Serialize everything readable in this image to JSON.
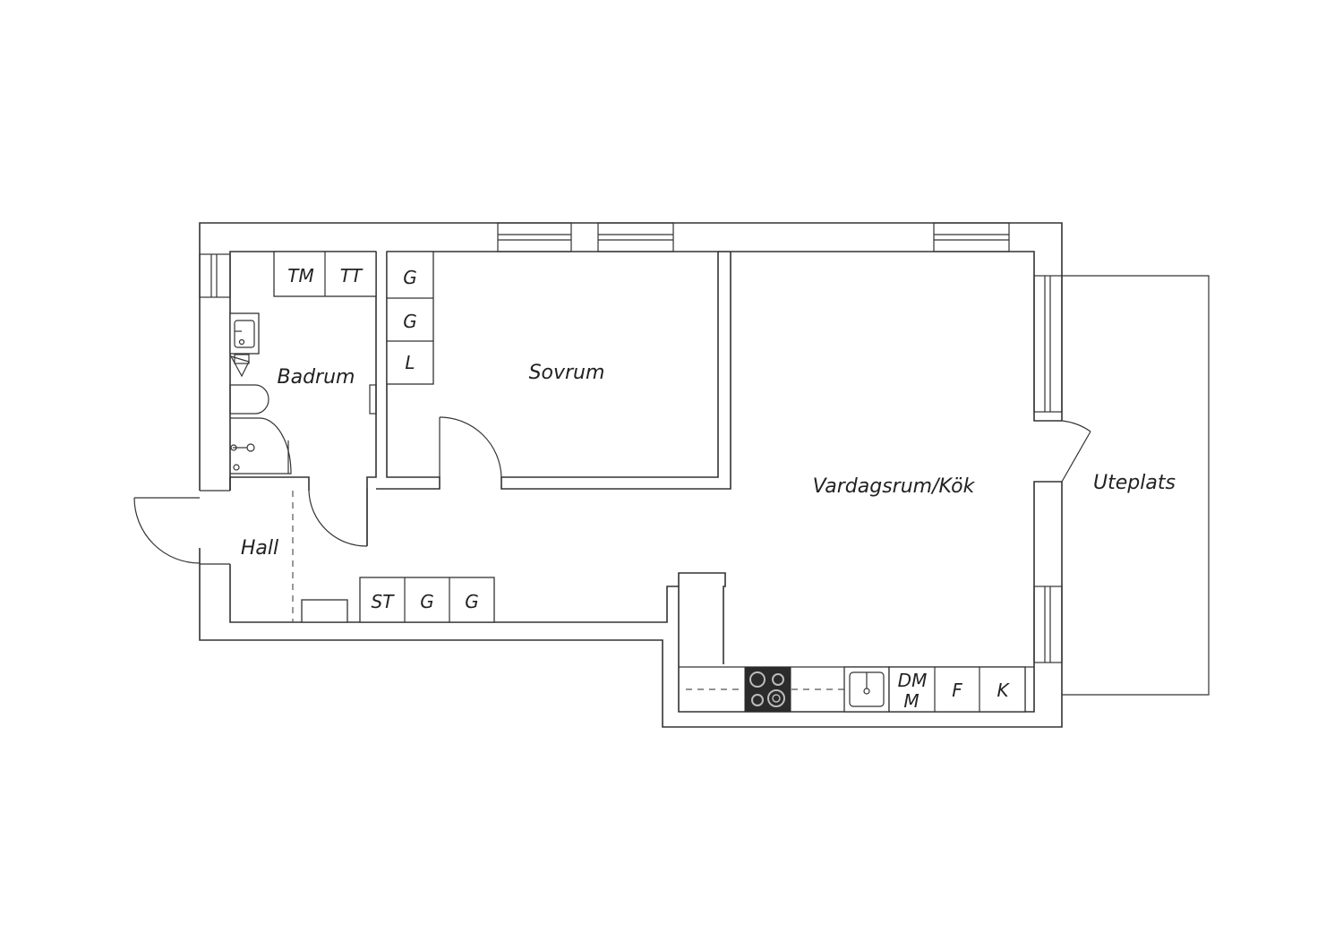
{
  "rooms": {
    "badrum": "Badrum",
    "sovrum": "Sovrum",
    "vardagsrum": "Vardagsrum/Kök",
    "uteplats": "Uteplats",
    "hall": "Hall"
  },
  "fixtures": {
    "tm": "TM",
    "tt": "TT",
    "wardrobe_g1": "G",
    "wardrobe_g2": "G",
    "linen_l": "L",
    "hall_st": "ST",
    "hall_g1": "G",
    "hall_g2": "G",
    "kitchen_dm": "DM",
    "kitchen_m": "M",
    "kitchen_f": "F",
    "kitchen_k": "K"
  },
  "colors": {
    "line": "#333333",
    "stove": "#2b2b2b",
    "background": "#ffffff"
  }
}
